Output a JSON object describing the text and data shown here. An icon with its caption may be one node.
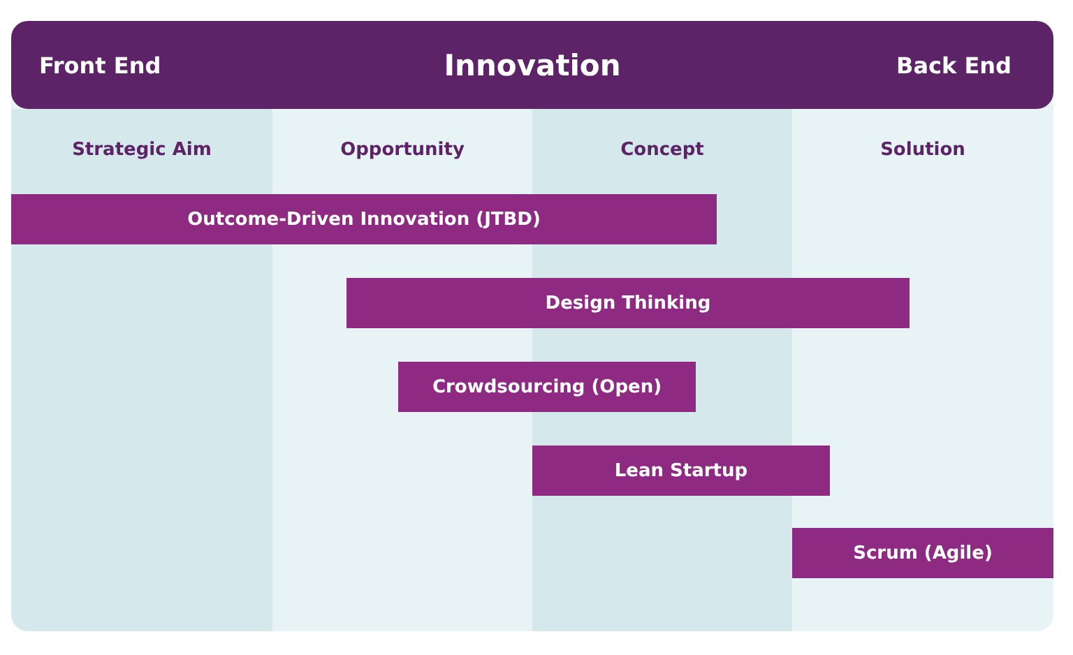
{
  "diagram": {
    "nodes": [
      {
        "text": [
          "Front End",
          "Innovation",
          "Back End"
        ]
      },
      {
        "text": [
          "Strategic Aim"
        ]
      },
      {
        "text": [
          "Opportunity"
        ]
      },
      {
        "text": [
          "Concept"
        ]
      },
      {
        "text": [
          "Solution"
        ]
      },
      {
        "text": [
          "Outcome-Driven Innovation (JTBD)"
        ]
      },
      {
        "text": [
          "Design Thinking"
        ]
      },
      {
        "text": [
          "Crowdsourcing (Open)"
        ]
      },
      {
        "text": [
          "Lean Startup"
        ]
      },
      {
        "text": [
          "Scrum (Agile)"
        ],
        "in": 4
      }
    ]
  }
}
